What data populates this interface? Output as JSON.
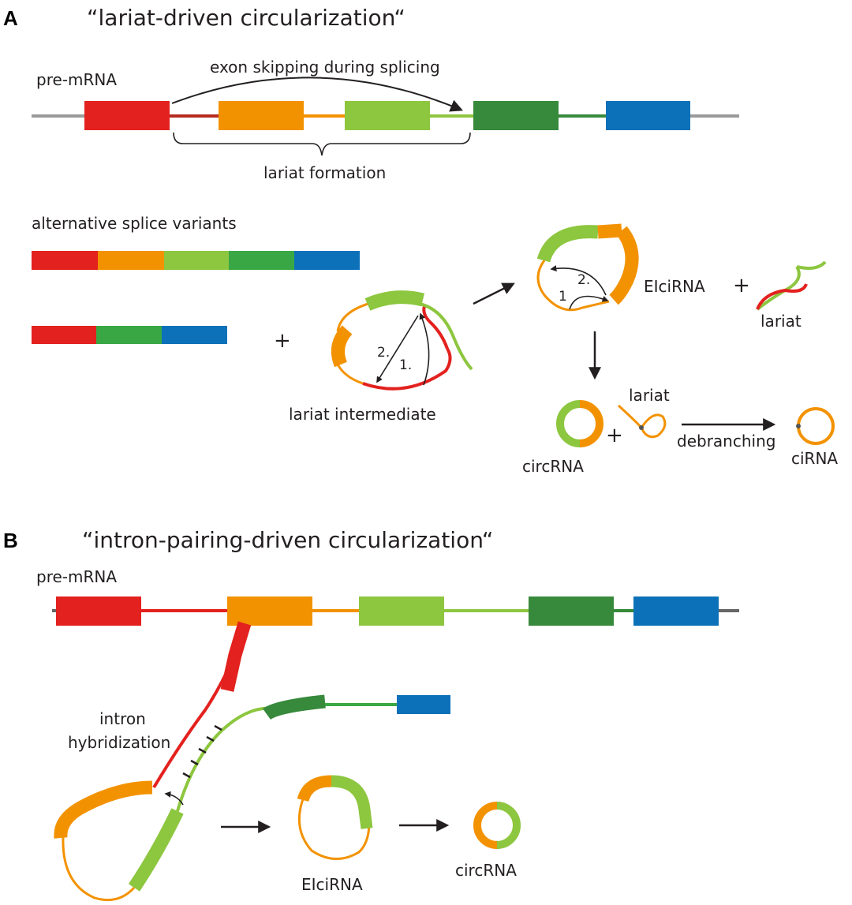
{
  "colors": {
    "red": "#e3211e",
    "orange": "#f39200",
    "light_green": "#8dc63f",
    "green": "#39a844",
    "dark_green": "#37893b",
    "blue": "#0d71b9",
    "gray": "#9a9a9a",
    "arrow": "#231f20"
  },
  "panel_a": {
    "letter": "A",
    "title": "“lariat-driven circularization“",
    "premrna_label": "pre-mRNA",
    "exon_skipping_label": "exon skipping during splicing",
    "lariat_formation_label": "lariat formation",
    "splice_variants_label": "alternative splice variants",
    "plus_sign": "+",
    "lariat_intermediate_label": "lariat intermediate",
    "step_1": "1.",
    "step_2": "2.",
    "eicirna_step_1": "1",
    "eicirna_step_2": "2.",
    "eicirna_label": "EIciRNA",
    "lariat_label": "lariat",
    "circrna_label": "circRNA",
    "debranching_label": "debranching",
    "cirna_label": "ciRNA"
  },
  "panel_b": {
    "letter": "B",
    "title": "“intron-pairing-driven circularization“",
    "premrna_label": "pre-mRNA",
    "intron_label_line1": "intron",
    "intron_label_line2": "hybridization",
    "eicirna_label": "EIciRNA",
    "circrna_label": "circRNA"
  }
}
